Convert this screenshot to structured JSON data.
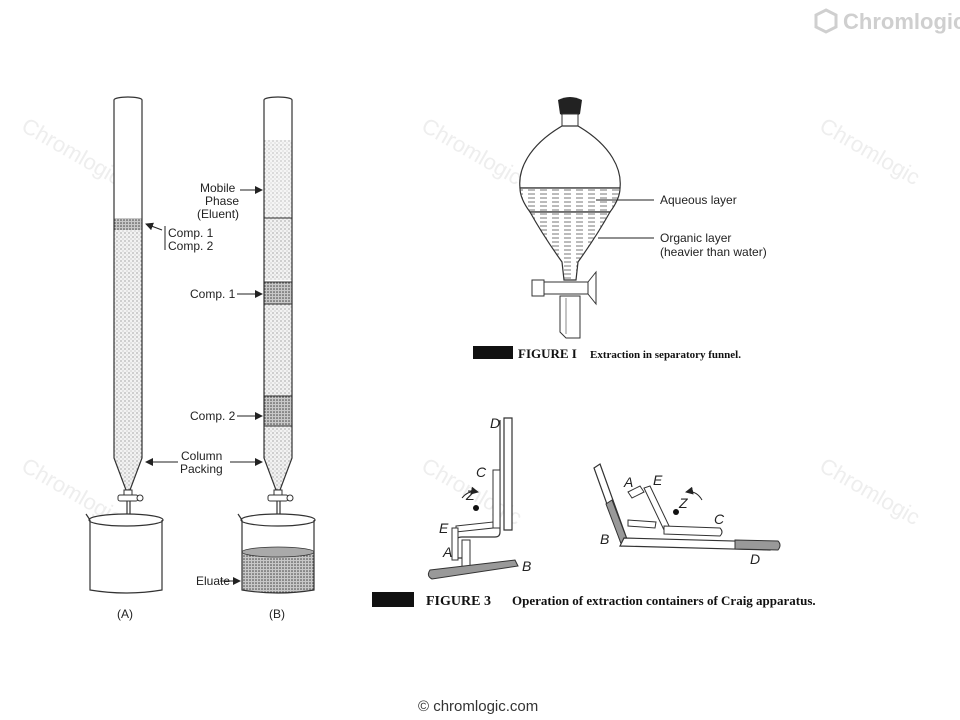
{
  "brand": {
    "logo_text": "Chromlogic",
    "footer": "© chromlogic.com"
  },
  "watermark": "Chromlogic",
  "column_figure": {
    "mobile_phase_label": [
      "Mobile",
      "Phase",
      "(Eluent)"
    ],
    "comp1_label": "Comp. 1",
    "comp2_label": "Comp. 2",
    "column_packing_label": [
      "Column",
      "Packing"
    ],
    "eluate_label": "Eluate",
    "panel_a": "(A)",
    "panel_b": "(B)"
  },
  "figure1": {
    "aqueous_label": "Aqueous layer",
    "organic_label": "Organic layer",
    "organic_sub": "(heavier than water)",
    "caption_num": "FIGURE I",
    "caption_text": "Extraction in separatory funnel."
  },
  "figure3": {
    "letters": [
      "A",
      "B",
      "C",
      "D",
      "E",
      "Z"
    ],
    "caption_num": "FIGURE 3",
    "caption_text": "Operation of extraction containers of Craig apparatus."
  }
}
